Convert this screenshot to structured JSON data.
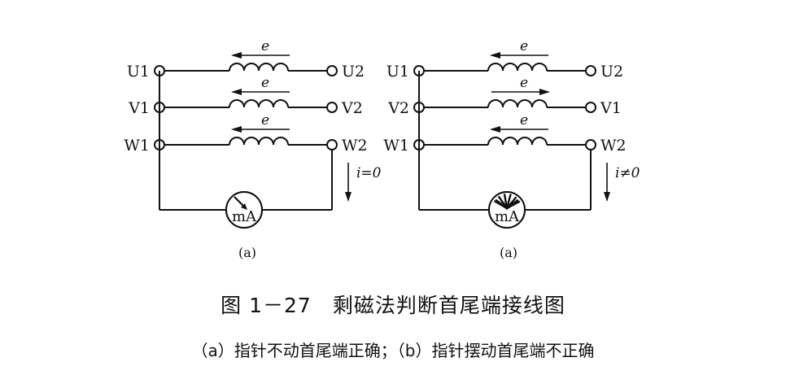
{
  "figure": {
    "title": "图 1－27　剩磁法判断首尾端接线图",
    "subtitle": "（a）指针不动首尾端正确；（b）指针摆动首尾端不正确"
  },
  "emf_symbol": "e",
  "circuit_a": {
    "label": "(a)",
    "left_terminals": [
      "U1",
      "V1",
      "W1"
    ],
    "right_terminals": [
      "U2",
      "V2",
      "W2"
    ],
    "emf_directions": [
      "left",
      "left",
      "left"
    ],
    "meter_label": "mA",
    "current_label": "i=0",
    "needle": "still"
  },
  "circuit_b": {
    "label": "(a)",
    "left_terminals": [
      "U1",
      "V2",
      "W1"
    ],
    "right_terminals": [
      "U2",
      "V1",
      "W2"
    ],
    "emf_directions": [
      "left",
      "right",
      "left"
    ],
    "meter_label": "mA",
    "current_label": "i≠0",
    "needle": "swinging"
  }
}
